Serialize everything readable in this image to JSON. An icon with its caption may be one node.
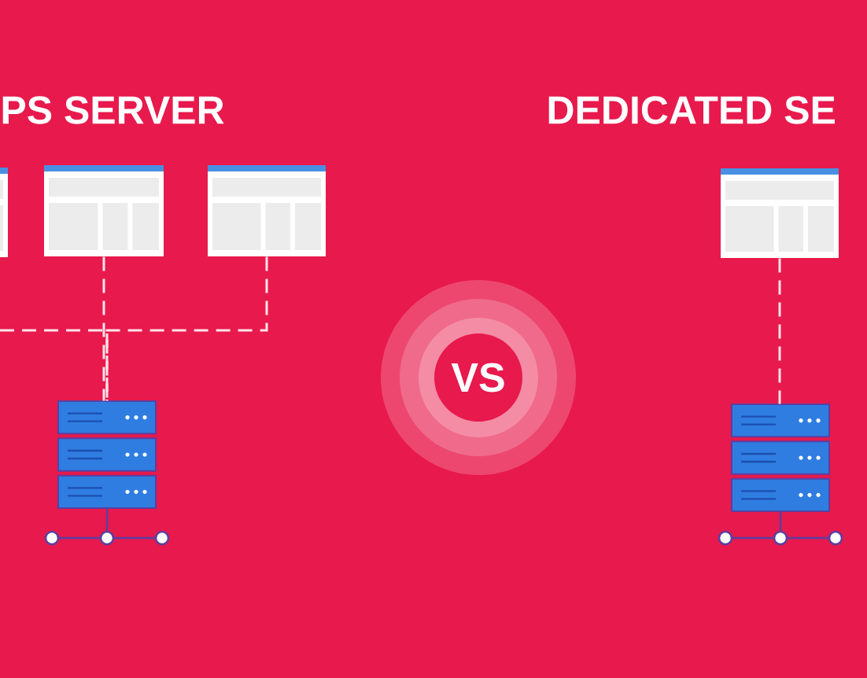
{
  "diagram": {
    "nodes": [
      {
        "text": [],
        "shape": "box"
      },
      {
        "text": [],
        "shape": "box"
      },
      {
        "text": [],
        "shape": "box"
      },
      {
        "text": [],
        "shape": "box"
      },
      {
        "text": [
          "VS"
        ]
      },
      {
        "text": [],
        "shape": "server"
      },
      {
        "text": [],
        "shape": "server"
      }
    ],
    "edges": [
      {
        "from": 1,
        "to": 5,
        "arrow": "none",
        "style": "dashed"
      },
      {
        "from": 2,
        "to": 5,
        "arrow": "none",
        "style": "dashed"
      },
      {
        "from": null,
        "to": 5,
        "arrow": "none",
        "style": "dashed"
      },
      {
        "from": 3,
        "to": 6,
        "arrow": "none",
        "style": "dashed"
      }
    ],
    "labels": [
      "PS SERVER",
      "DEDICATED SE"
    ]
  }
}
